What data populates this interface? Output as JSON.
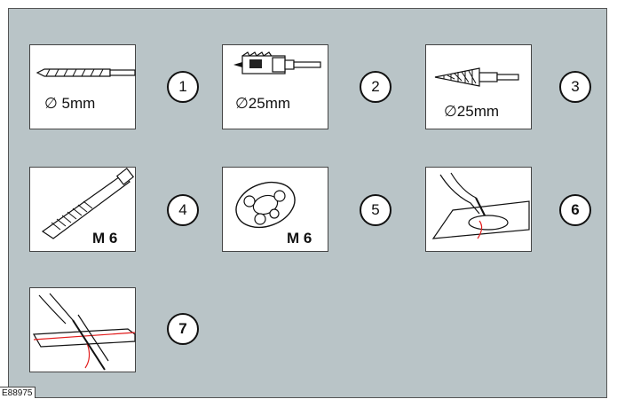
{
  "figure_ref": "E88975",
  "items": [
    {
      "number": "1",
      "label": "∅ 5mm",
      "icon": "drill-bit-icon"
    },
    {
      "number": "2",
      "label": "∅25mm",
      "icon": "hole-saw-icon"
    },
    {
      "number": "3",
      "label": "∅25mm",
      "icon": "step-drill-icon"
    },
    {
      "number": "4",
      "label": "M 6",
      "icon": "thread-tap-icon"
    },
    {
      "number": "5",
      "label": "M 6",
      "icon": "thread-die-icon"
    },
    {
      "number": "6",
      "label": "",
      "icon": "cable-through-hole-icon"
    },
    {
      "number": "7",
      "label": "",
      "icon": "cutting-tool-icon"
    }
  ]
}
